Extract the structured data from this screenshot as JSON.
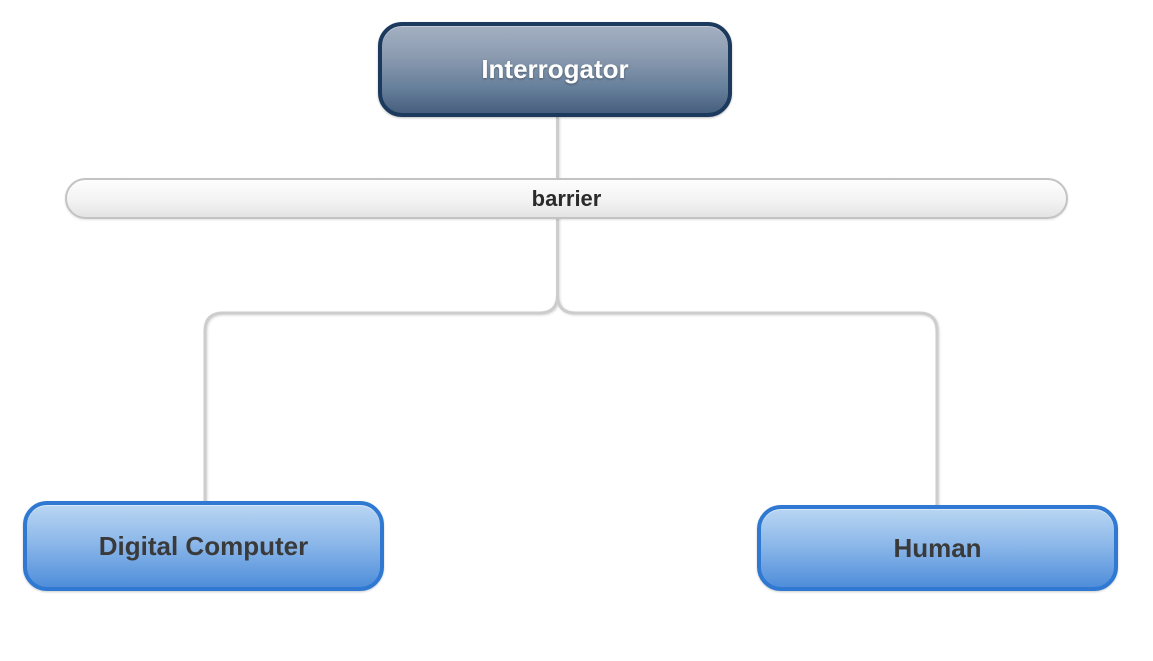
{
  "diagram": {
    "description": "Turing Test setup diagram",
    "nodes": {
      "interrogator": {
        "label": "Interrogator"
      },
      "barrier": {
        "label": "barrier"
      },
      "digital_computer": {
        "label": "Digital Computer"
      },
      "human": {
        "label": "Human"
      }
    },
    "edges": [
      {
        "from": "interrogator",
        "to": "digital_computer",
        "through": "barrier"
      },
      {
        "from": "interrogator",
        "to": "human",
        "through": "barrier"
      }
    ],
    "colors": {
      "background": "#ffffff",
      "interrogator_border": "#1c3a5e",
      "interrogator_fill_top": "#a4b0c2",
      "interrogator_fill_bottom": "#475f7e",
      "blue_node_border": "#2f79d2",
      "blue_node_fill_top": "#b9d6f2",
      "blue_node_fill_bottom": "#4f8eda",
      "barrier_border": "#c3c3c3",
      "barrier_fill_top": "#fdfdfd",
      "barrier_fill_bottom": "#e4e4e4",
      "connector_line": "#cdcdcd",
      "label_dark": "#333333",
      "label_light": "#ffffff"
    }
  }
}
